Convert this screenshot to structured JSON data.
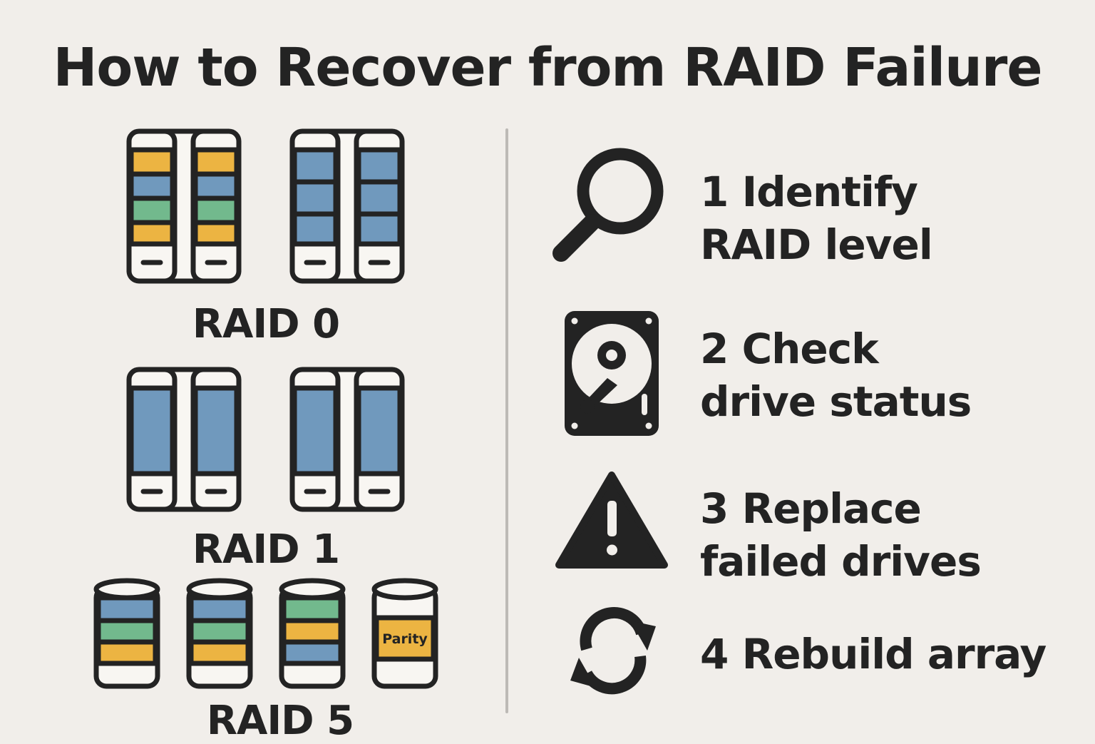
{
  "title": "How to Recover from RAID Failure",
  "colors": {
    "background": "#f1eeea",
    "ink": "#232323",
    "blue": "#7099bd",
    "yellow": "#ecb442",
    "green": "#72b98d",
    "divider": "#bdbab6"
  },
  "raid_levels": [
    {
      "label": "RAID 0"
    },
    {
      "label": "RAID 1"
    },
    {
      "label": "RAID 5",
      "parity_label": "Parity"
    }
  ],
  "steps": [
    {
      "number": "1",
      "line1": "Identify",
      "line2": "RAID level",
      "icon": "magnifier-icon"
    },
    {
      "number": "2",
      "line1": "Check",
      "line2": "drive status",
      "icon": "hard-drive-icon"
    },
    {
      "number": "3",
      "line1": "Replace",
      "line2": "failed drives",
      "icon": "warning-icon"
    },
    {
      "number": "4",
      "line1": "Rebuild array",
      "line2": "",
      "icon": "refresh-icon"
    }
  ]
}
